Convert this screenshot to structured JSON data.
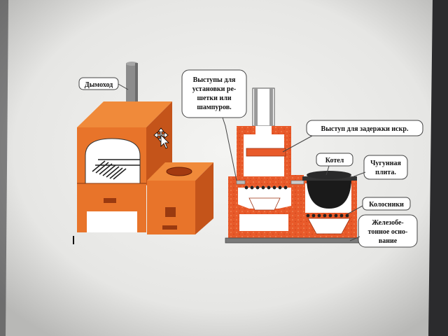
{
  "labels": {
    "chimney": "Дымоход",
    "ledges_line1": "Выступы для",
    "ledges_line2": "установки ре-",
    "ledges_line3": "шетки или",
    "ledges_line4": "шампуров.",
    "spark_ledge": "Выступ для задержки искр.",
    "cauldron": "Котел",
    "cast_iron_line1": "Чугунная",
    "cast_iron_line2": "плита.",
    "grates": "Колосники",
    "foundation_line1": "Железобе-",
    "foundation_line2": "тонное осно-",
    "foundation_line3": "вание"
  },
  "colors": {
    "brick_front": "#e8742a",
    "brick_top": "#f08a3a",
    "brick_side": "#c4541a",
    "section_brick": "#e85a2a",
    "chimney_gray": "#8a8a8a",
    "cauldron_black": "#1a1a1a",
    "foundation": "#7a7a7a"
  },
  "icons": {
    "cursor": "move-cursor-icon"
  }
}
